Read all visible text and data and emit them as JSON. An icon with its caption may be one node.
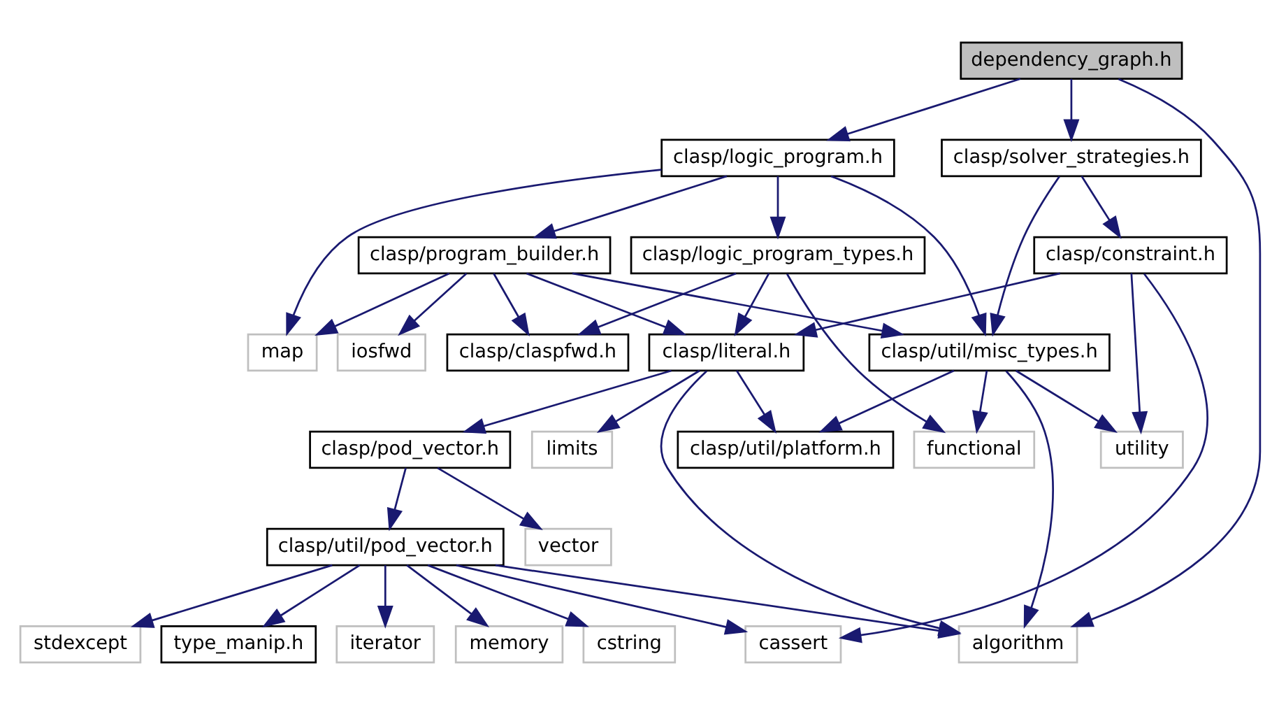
{
  "diagram": {
    "nodes": [
      {
        "text": [
          "dependency_graph.h"
        ]
      },
      {
        "text": [
          "clasp/logic_program.h"
        ]
      },
      {
        "text": [
          "clasp/solver_strategies.h"
        ]
      },
      {
        "text": [
          "clasp/logic_program_types.h"
        ]
      },
      {
        "text": [
          "clasp/program_builder.h"
        ]
      },
      {
        "text": [
          "clasp/constraint.h"
        ]
      },
      {
        "text": [
          "clasp/claspfwd.h"
        ]
      },
      {
        "text": [
          "map"
        ]
      },
      {
        "text": [
          "iosfwd"
        ]
      },
      {
        "text": [
          "clasp/literal.h"
        ]
      },
      {
        "text": [
          "clasp/util/misc_types.h"
        ]
      },
      {
        "text": [
          "clasp/pod_vector.h"
        ]
      },
      {
        "text": [
          "functional"
        ]
      },
      {
        "text": [
          "limits"
        ]
      },
      {
        "text": [
          "clasp/util/platform.h"
        ]
      },
      {
        "text": [
          "utility"
        ]
      },
      {
        "text": [
          "clasp/util/pod_vector.h"
        ]
      },
      {
        "text": [
          "vector"
        ]
      },
      {
        "text": [
          "cstring"
        ]
      },
      {
        "text": [
          "stdexcept"
        ]
      },
      {
        "text": [
          "type_manip.h"
        ]
      },
      {
        "text": [
          "iterator"
        ]
      },
      {
        "text": [
          "memory"
        ]
      },
      {
        "text": [
          "cassert"
        ]
      },
      {
        "text": [
          "algorithm"
        ]
      }
    ],
    "edges": [
      {
        "from": 0,
        "to": 1,
        "arrow": "to"
      },
      {
        "from": 0,
        "to": 2,
        "arrow": "to"
      },
      {
        "from": 0,
        "to": 24,
        "arrow": "to"
      },
      {
        "from": 1,
        "to": 3,
        "arrow": "to"
      },
      {
        "from": 1,
        "to": 7,
        "arrow": "to"
      },
      {
        "from": 1,
        "to": 4,
        "arrow": "to"
      },
      {
        "from": 1,
        "to": 10,
        "arrow": "to"
      },
      {
        "from": 2,
        "to": 10,
        "arrow": "to"
      },
      {
        "from": 2,
        "to": 5,
        "arrow": "to"
      },
      {
        "from": 3,
        "to": 6,
        "arrow": "to"
      },
      {
        "from": 3,
        "to": 12,
        "arrow": "to"
      },
      {
        "from": 3,
        "to": 9,
        "arrow": "to"
      },
      {
        "from": 4,
        "to": 6,
        "arrow": "to"
      },
      {
        "from": 4,
        "to": 7,
        "arrow": "to"
      },
      {
        "from": 4,
        "to": 8,
        "arrow": "to"
      },
      {
        "from": 4,
        "to": 9,
        "arrow": "to"
      },
      {
        "from": 4,
        "to": 10,
        "arrow": "to"
      },
      {
        "from": 5,
        "to": 9,
        "arrow": "to"
      },
      {
        "from": 5,
        "to": 15,
        "arrow": "to"
      },
      {
        "from": 5,
        "to": 23,
        "arrow": "to"
      },
      {
        "from": 9,
        "to": 11,
        "arrow": "to"
      },
      {
        "from": 9,
        "to": 13,
        "arrow": "to"
      },
      {
        "from": 9,
        "to": 14,
        "arrow": "to"
      },
      {
        "from": 9,
        "to": 24,
        "arrow": "to"
      },
      {
        "from": 10,
        "to": 12,
        "arrow": "to"
      },
      {
        "from": 10,
        "to": 14,
        "arrow": "to"
      },
      {
        "from": 10,
        "to": 24,
        "arrow": "to"
      },
      {
        "from": 10,
        "to": 15,
        "arrow": "to"
      },
      {
        "from": 11,
        "to": 16,
        "arrow": "to"
      },
      {
        "from": 11,
        "to": 17,
        "arrow": "to"
      },
      {
        "from": 16,
        "to": 18,
        "arrow": "to"
      },
      {
        "from": 16,
        "to": 19,
        "arrow": "to"
      },
      {
        "from": 16,
        "to": 20,
        "arrow": "to"
      },
      {
        "from": 16,
        "to": 21,
        "arrow": "to"
      },
      {
        "from": 16,
        "to": 22,
        "arrow": "to"
      },
      {
        "from": 16,
        "to": 23,
        "arrow": "to"
      },
      {
        "from": 16,
        "to": 24,
        "arrow": "to"
      }
    ]
  }
}
